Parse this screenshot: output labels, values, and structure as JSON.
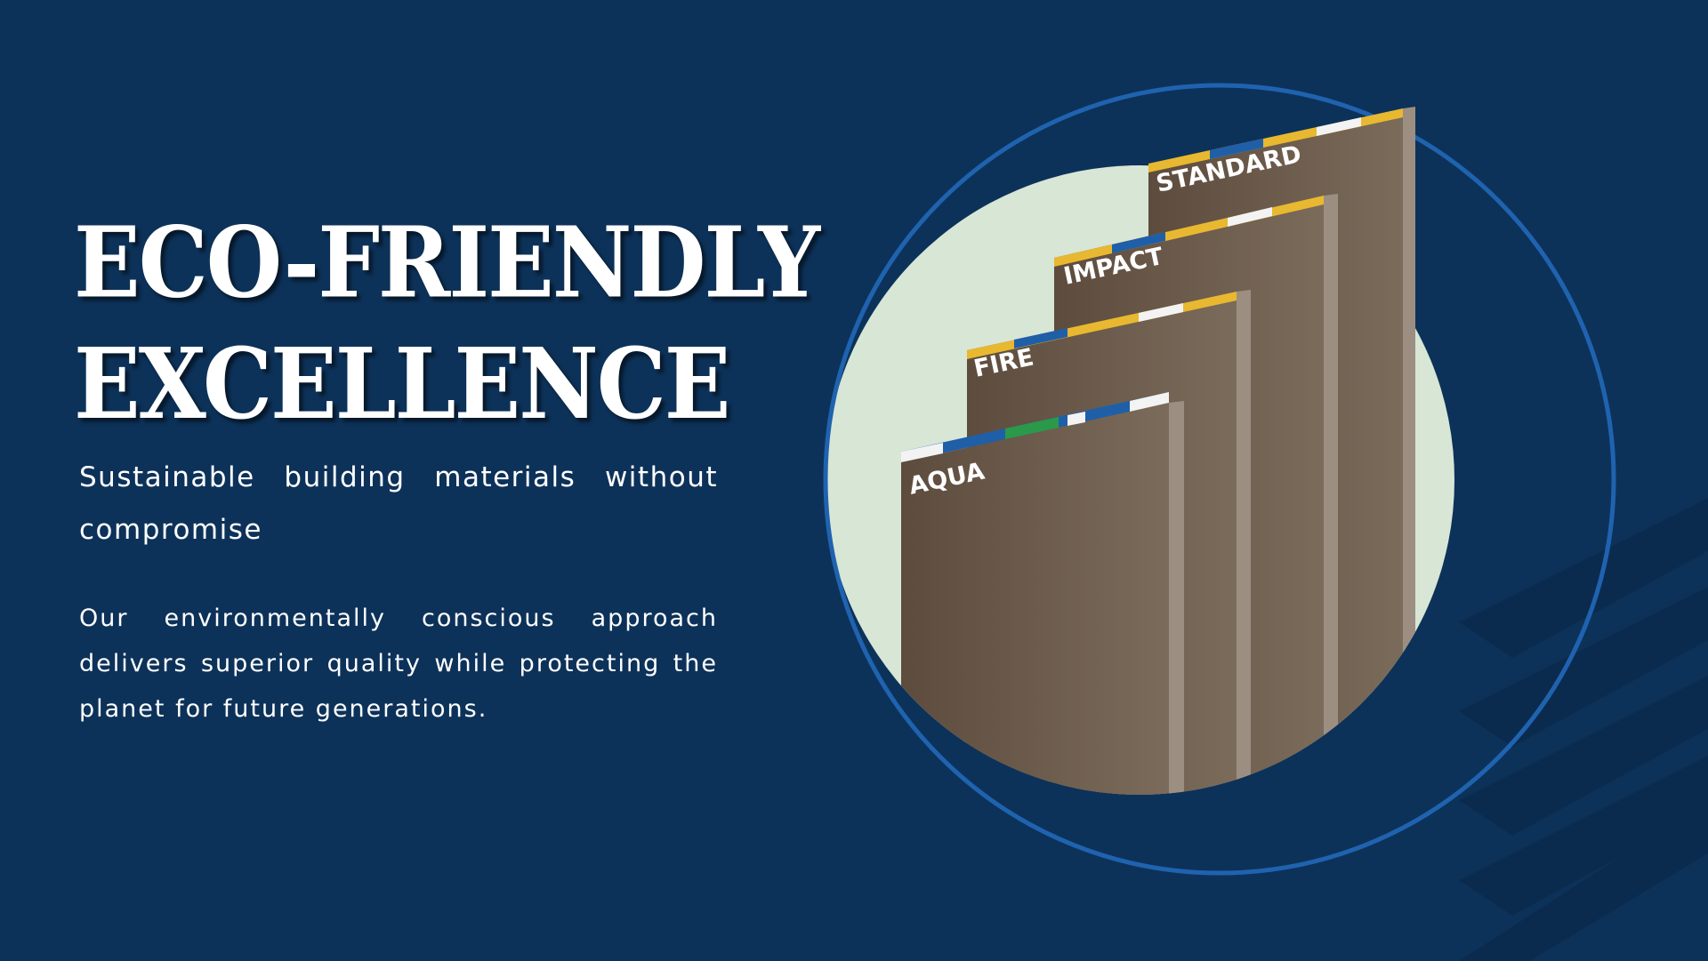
{
  "hero": {
    "title_line1": "ECO-FRIENDLY",
    "title_line2": "EXCELLENCE",
    "subtitle": "Sustainable building materials without compromise",
    "description": "Our environmentally conscious approach delivers superior quality while protecting the planet for future generations."
  },
  "products": [
    {
      "label": "STANDARD"
    },
    {
      "label": "IMPACT"
    },
    {
      "label": "FIRE"
    },
    {
      "label": "AQUA"
    }
  ],
  "colors": {
    "background": "#0d3259",
    "ring": "#1f63b0",
    "circle": "#d8e6d6",
    "board": "#6b5a4a"
  }
}
